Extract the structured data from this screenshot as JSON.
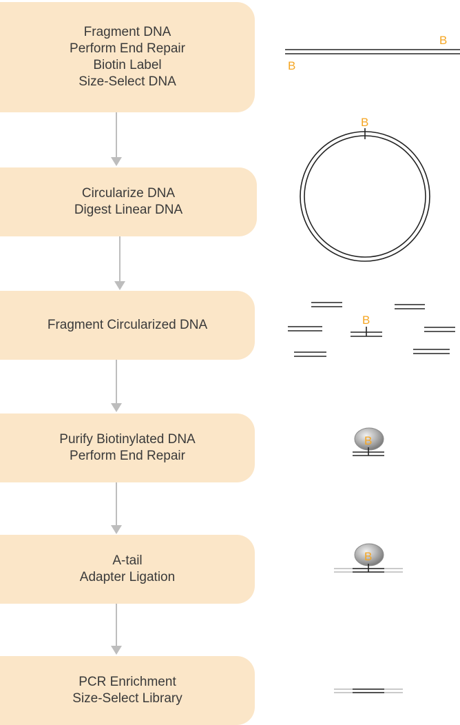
{
  "steps": [
    {
      "id": "step-1",
      "lines": [
        "Fragment DNA",
        "Perform End Repair",
        "Biotin Label",
        "Size-Select DNA"
      ]
    },
    {
      "id": "step-2",
      "lines": [
        "Circularize DNA",
        "Digest Linear DNA"
      ]
    },
    {
      "id": "step-3",
      "lines": [
        "Fragment Circularized DNA"
      ]
    },
    {
      "id": "step-4",
      "lines": [
        "Purify Biotinylated DNA",
        "Perform End Repair"
      ]
    },
    {
      "id": "step-5",
      "lines": [
        "A-tail",
        "Adapter Ligation"
      ]
    },
    {
      "id": "step-6",
      "lines": [
        "PCR Enrichment",
        "Size-Select Library"
      ]
    }
  ],
  "biotin_label": "B",
  "colors": {
    "box_fill": "#fbe6c8",
    "arrow": "#bdbdbd",
    "biotin_text": "#f5a623",
    "dna_strand": "#222222",
    "adapter": "#b9b9b9",
    "bead": "#9a9a9a"
  }
}
